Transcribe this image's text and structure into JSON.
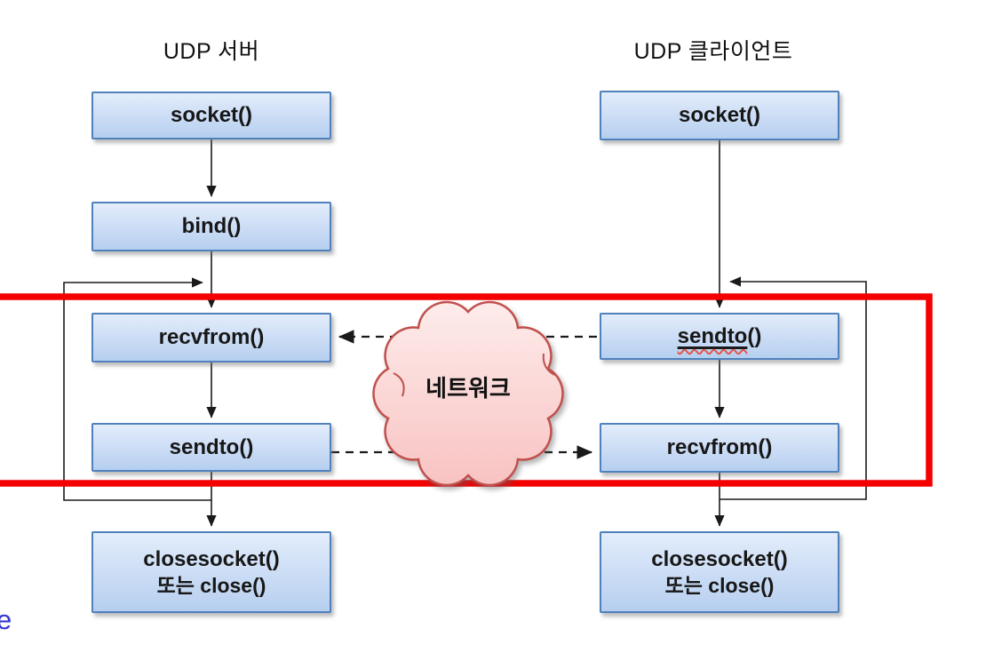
{
  "server": {
    "title": "UDP 서버",
    "boxes": [
      {
        "label": "socket()"
      },
      {
        "label": "bind()"
      },
      {
        "label": "recvfrom()"
      },
      {
        "label": "sendto()"
      },
      {
        "line1": "closesocket()",
        "line2": "또는 close()"
      }
    ]
  },
  "client": {
    "title": "UDP 클라이언트",
    "boxes": [
      {
        "label": "socket()"
      },
      {
        "label_main": "sendto",
        "label_suffix": "()"
      },
      {
        "label": "recvfrom()"
      },
      {
        "line1": "closesocket()",
        "line2": "또는 close()"
      }
    ]
  },
  "cloud": {
    "label": "네트워크"
  },
  "edge_fragment": {
    "text": "e"
  },
  "colors": {
    "box_fill_top": "#e3edfb",
    "box_fill_bottom": "#b6cfef",
    "box_border": "#4f81bd",
    "arrow_black": "#1a1a1a",
    "highlight_red": "#f40000",
    "cloud_fill_top": "#fdeceb",
    "cloud_fill_bottom": "#f8c3c2",
    "cloud_border": "#c0504d",
    "squiggle_red": "#e2574c",
    "link_blue": "#3538cf"
  }
}
